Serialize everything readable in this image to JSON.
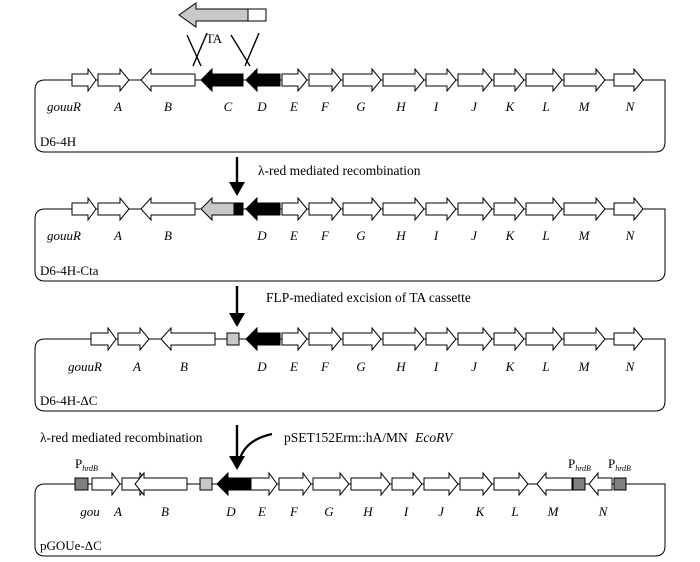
{
  "colors": {
    "stroke": "#000000",
    "white": "#ffffff",
    "black": "#000000",
    "gray": "#c8c8c8",
    "promoter": "#808080"
  },
  "cassette_label": "TA",
  "panels": [
    {
      "name": "D6-4H",
      "genes": [
        "gouuR",
        "A",
        "B",
        "C",
        "D",
        "E",
        "F",
        "G",
        "H",
        "I",
        "J",
        "K",
        "L",
        "M",
        "N"
      ]
    },
    {
      "name": "D6-4H-Cta",
      "genes": [
        "gouuR",
        "A",
        "B",
        "D",
        "E",
        "F",
        "G",
        "H",
        "I",
        "J",
        "K",
        "L",
        "M",
        "N"
      ]
    },
    {
      "name": "D6-4H-ΔC",
      "genes": [
        "gouuR",
        "A",
        "B",
        "D",
        "E",
        "F",
        "G",
        "H",
        "I",
        "J",
        "K",
        "L",
        "M",
        "N"
      ]
    },
    {
      "name": "pGOUe-ΔC",
      "genes": [
        "gou",
        "A",
        "B",
        "D",
        "E",
        "F",
        "G",
        "H",
        "I",
        "J",
        "K",
        "L",
        "M",
        "N"
      ]
    }
  ],
  "steps": [
    "λ-red mediated recombination",
    "FLP-mediated excision of TA cassette",
    "λ-red mediated recombination"
  ],
  "plasmid": {
    "name": "pSET152Erm::hA/MN",
    "site": "EcoRV"
  },
  "promoter": {
    "base": "P",
    "subscript": "hrdB"
  }
}
